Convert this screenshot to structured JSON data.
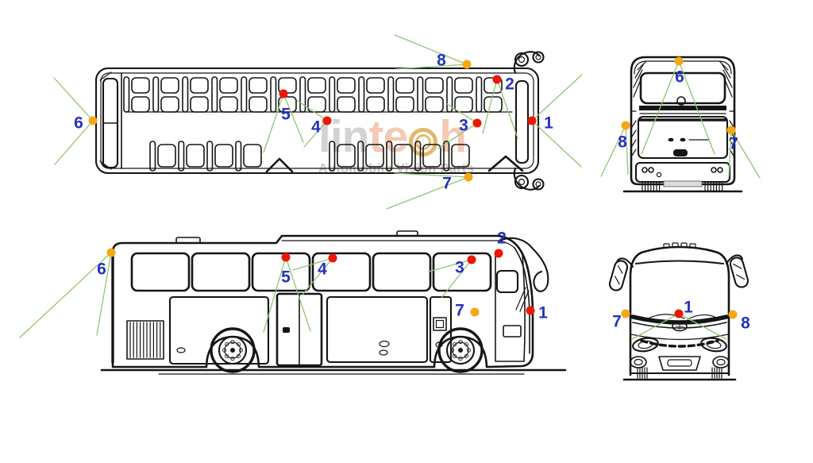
{
  "watermark": {
    "part1": "lin",
    "part2": "te",
    "part3": "h",
    "subtitle": "Automobile Vision Parts"
  },
  "colors": {
    "red": "#ed1607",
    "amber": "#f3a816",
    "blue": "#2433c0",
    "green": "#8fc573"
  },
  "markers": [
    {
      "view": "top",
      "number": "6",
      "color": "amber",
      "dot": [
        117,
        152
      ],
      "label": [
        99,
        155
      ]
    },
    {
      "view": "top",
      "number": "5",
      "color": "red",
      "dot": [
        357,
        118
      ],
      "label": [
        360,
        144
      ]
    },
    {
      "view": "top",
      "number": "4",
      "color": "red",
      "dot": [
        412,
        152
      ],
      "label": [
        398,
        160
      ]
    },
    {
      "view": "top",
      "number": "3",
      "color": "red",
      "dot": [
        601,
        155
      ],
      "label": [
        584,
        158
      ]
    },
    {
      "view": "top",
      "number": "2",
      "color": "red",
      "dot": [
        626,
        100
      ],
      "label": [
        642,
        106
      ]
    },
    {
      "view": "top",
      "number": "1",
      "color": "red",
      "dot": [
        670,
        152
      ],
      "label": [
        691,
        155
      ]
    },
    {
      "view": "top",
      "number": "8",
      "color": "amber",
      "dot": [
        588,
        81
      ],
      "label": [
        556,
        76
      ]
    },
    {
      "view": "top",
      "number": "7",
      "color": "amber",
      "dot": [
        590,
        223
      ],
      "label": [
        563,
        231
      ]
    },
    {
      "view": "rear",
      "number": "6",
      "color": "amber",
      "dot": [
        855,
        77
      ],
      "label": [
        856,
        97
      ]
    },
    {
      "view": "rear",
      "number": "8",
      "color": "amber",
      "dot": [
        788,
        158
      ],
      "label": [
        784,
        179
      ]
    },
    {
      "view": "rear",
      "number": "7",
      "color": "amber",
      "dot": [
        921,
        164
      ],
      "label": [
        924,
        181
      ]
    },
    {
      "view": "side",
      "number": "6",
      "color": "amber",
      "dot": [
        140,
        318
      ],
      "label": [
        128,
        339
      ]
    },
    {
      "view": "side",
      "number": "5",
      "color": "red",
      "dot": [
        360,
        324
      ],
      "label": [
        360,
        349
      ]
    },
    {
      "view": "side",
      "number": "4",
      "color": "red",
      "dot": [
        419,
        325
      ],
      "label": [
        406,
        339
      ]
    },
    {
      "view": "side",
      "number": "3",
      "color": "red",
      "dot": [
        594,
        327
      ],
      "label": [
        579,
        337
      ]
    },
    {
      "view": "side",
      "number": "2",
      "color": "red",
      "dot": [
        628,
        319
      ],
      "label": [
        632,
        300
      ]
    },
    {
      "view": "side",
      "number": "1",
      "color": "red",
      "dot": [
        668,
        391
      ],
      "label": [
        684,
        394
      ]
    },
    {
      "view": "side",
      "number": "7",
      "color": "amber",
      "dot": [
        598,
        393
      ],
      "label": [
        579,
        391
      ]
    },
    {
      "view": "front",
      "number": "1",
      "color": "red",
      "dot": [
        855,
        395
      ],
      "label": [
        867,
        387
      ]
    },
    {
      "view": "front",
      "number": "7",
      "color": "amber",
      "dot": [
        788,
        395
      ],
      "label": [
        777,
        405
      ]
    },
    {
      "view": "front",
      "number": "8",
      "color": "amber",
      "dot": [
        923,
        396
      ],
      "label": [
        939,
        407
      ]
    }
  ],
  "sight_lines": [
    {
      "view": "top",
      "line": [
        117,
        152,
        68,
        98
      ]
    },
    {
      "view": "top",
      "line": [
        117,
        152,
        69,
        207
      ]
    },
    {
      "view": "top",
      "line": [
        357,
        118,
        332,
        192
      ]
    },
    {
      "view": "top",
      "line": [
        357,
        118,
        382,
        179
      ]
    },
    {
      "view": "top",
      "line": [
        412,
        152,
        375,
        127
      ]
    },
    {
      "view": "top",
      "line": [
        412,
        152,
        383,
        185
      ]
    },
    {
      "view": "top",
      "line": [
        601,
        155,
        563,
        131
      ]
    },
    {
      "view": "top",
      "line": [
        601,
        155,
        552,
        187
      ]
    },
    {
      "view": "top",
      "line": [
        626,
        100,
        608,
        168
      ]
    },
    {
      "view": "top",
      "line": [
        626,
        100,
        652,
        174
      ]
    },
    {
      "view": "top",
      "line": [
        670,
        152,
        733,
        94
      ]
    },
    {
      "view": "top",
      "line": [
        670,
        152,
        732,
        210
      ]
    },
    {
      "view": "top",
      "line": [
        588,
        81,
        497,
        44
      ]
    },
    {
      "view": "top",
      "line": [
        588,
        81,
        498,
        87
      ]
    },
    {
      "view": "top",
      "line": [
        590,
        223,
        497,
        218
      ]
    },
    {
      "view": "top",
      "line": [
        590,
        223,
        487,
        263
      ]
    },
    {
      "view": "rear",
      "line": [
        855,
        77,
        808,
        194
      ]
    },
    {
      "view": "rear",
      "line": [
        855,
        77,
        900,
        194
      ]
    },
    {
      "view": "rear",
      "line": [
        788,
        158,
        757,
        222
      ]
    },
    {
      "view": "rear",
      "line": [
        788,
        158,
        791,
        219
      ]
    },
    {
      "view": "rear",
      "line": [
        921,
        164,
        957,
        224
      ]
    },
    {
      "view": "rear",
      "line": [
        921,
        164,
        918,
        222
      ]
    },
    {
      "view": "side",
      "line": [
        140,
        318,
        25,
        425
      ]
    },
    {
      "view": "side",
      "line": [
        140,
        318,
        122,
        422
      ]
    },
    {
      "view": "side",
      "line": [
        360,
        324,
        332,
        418
      ]
    },
    {
      "view": "side",
      "line": [
        360,
        324,
        391,
        417
      ]
    },
    {
      "view": "side",
      "line": [
        419,
        325,
        369,
        340
      ]
    },
    {
      "view": "side",
      "line": [
        419,
        325,
        381,
        371
      ]
    },
    {
      "view": "side",
      "line": [
        594,
        327,
        540,
        342
      ]
    },
    {
      "view": "side",
      "line": [
        594,
        327,
        556,
        375
      ]
    },
    {
      "view": "front",
      "line": [
        855,
        395,
        796,
        427
      ]
    },
    {
      "view": "front",
      "line": [
        855,
        395,
        915,
        427
      ]
    }
  ]
}
